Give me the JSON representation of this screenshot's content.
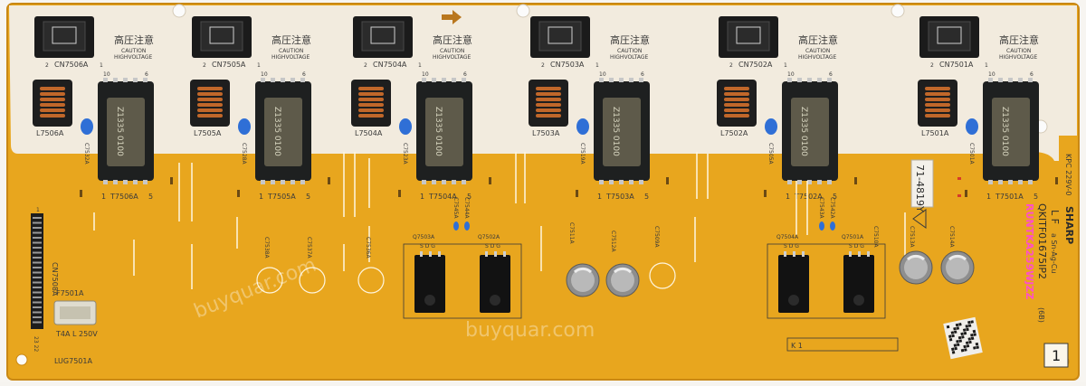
{
  "colors": {
    "board": "#e8a61e",
    "board_edge": "#c98814",
    "top_strip": "#f3ece0",
    "silkscreen": "#3a3a3a",
    "pink_label": "#ff4fc8",
    "capacitor_blue": "#2f6fd6",
    "transformer_core": "#1e2020",
    "copper_coil": "#c0672a"
  },
  "warning_chinese": "高圧注意",
  "caution_line1": "CAUTION",
  "caution_line2": "HIGHVOLTAGE",
  "connectors": [
    {
      "label": "CN7506A",
      "pin_left": "2",
      "pin_right": "1"
    },
    {
      "label": "CN7505A",
      "pin_left": "2",
      "pin_right": "1"
    },
    {
      "label": "CN7504A",
      "pin_left": "2",
      "pin_right": "1"
    },
    {
      "label": "CN7503A",
      "pin_left": "2",
      "pin_right": "1"
    },
    {
      "label": "CN7502A",
      "pin_left": "2",
      "pin_right": "1"
    },
    {
      "label": "CN7501A",
      "pin_left": "2",
      "pin_right": "1"
    }
  ],
  "inductors": [
    "L7506A",
    "L7505A",
    "L7504A",
    "L7503A",
    "L7502A",
    "L7501A"
  ],
  "transformers": [
    {
      "label": "T7506A",
      "pin_top_left": "10",
      "pin_top_right": "6",
      "pin_bottom_left": "1",
      "pin_bottom_right": "5",
      "core_text": "Z1335 0100"
    },
    {
      "label": "T7505A",
      "pin_top_left": "10",
      "pin_top_right": "6",
      "pin_bottom_left": "1",
      "pin_bottom_right": "5",
      "core_text": "Z1335 0100"
    },
    {
      "label": "T7504A",
      "pin_top_left": "10",
      "pin_top_right": "6",
      "pin_bottom_left": "1",
      "pin_bottom_right": "5",
      "core_text": "Z1335 0100"
    },
    {
      "label": "T7503A",
      "pin_top_left": "10",
      "pin_top_right": "6",
      "pin_bottom_left": "1",
      "pin_bottom_right": "5",
      "core_text": "Z1335 0100"
    },
    {
      "label": "T7502A",
      "pin_top_left": "10",
      "pin_top_right": "6",
      "pin_bottom_left": "1",
      "pin_bottom_right": "5",
      "core_text": "Z1335 0100"
    },
    {
      "label": "T7501A",
      "pin_top_left": "10",
      "pin_top_right": "6",
      "pin_bottom_left": "1",
      "pin_bottom_right": "5",
      "core_text": "Z1335 0100"
    }
  ],
  "caps_vertical": [
    "C7532A",
    "C7528A",
    "C7523A",
    "C7519A",
    "C7505A",
    "C7501A"
  ],
  "transistors_left": [
    {
      "label": "Q7503A",
      "pins": "S D G"
    },
    {
      "label": "Q7502A",
      "pins": "S D G"
    }
  ],
  "transistors_right": [
    {
      "label": "Q7504A",
      "pins": "S D G"
    },
    {
      "label": "Q7501A",
      "pins": "S D G"
    }
  ],
  "small_caps": [
    "C7545A",
    "C7544A",
    "C7543A",
    "C7542A"
  ],
  "electrolytic_labels": [
    "C7511A",
    "C7512A",
    "C7509A",
    "C7510A",
    "C7513A",
    "C7514A"
  ],
  "left_caps": [
    "C7538A",
    "C7537A",
    "C7536A"
  ],
  "left_connector": {
    "label": "CN7508A",
    "pin_top": "1",
    "pin_bottom": "23 22"
  },
  "fuse": {
    "label": "F7501A",
    "rating": "T4A L 250V"
  },
  "lug": "LUG7501A",
  "brand": "SHARP",
  "part_number_pink": "RUNTKA259WJZZ",
  "part_number_2": "QKITF01675IP2",
  "part_suffix": "(6B)",
  "lf": "L F",
  "alloy": "a Sn-Ag-Cu",
  "kpc": "KPC 229V-0",
  "sticker": "71-4819Y",
  "k1_box": "K 1",
  "page_mark": "1",
  "watermark": "buyquar.com"
}
